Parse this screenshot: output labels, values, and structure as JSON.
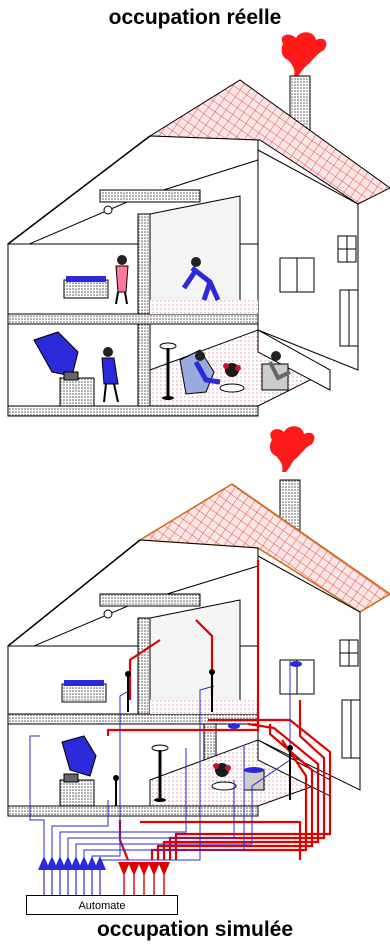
{
  "captions": {
    "top": "occupation réelle",
    "bottom": "occupation simulée"
  },
  "automate_label": "Automate",
  "colors": {
    "smoke": "#ff1a1a",
    "roof_tile": "#e85050",
    "roof_edge": "#cc6a10",
    "wall": "#ffffff",
    "outline": "#000000",
    "floor_dots": "#f0b7c8",
    "chimney": "#b8b8b8",
    "control_red": "#e00000",
    "control_blue": "#2a2ad8",
    "figure_blue": "#2222cc"
  },
  "icons": [
    "smoke-icon",
    "chimney-icon",
    "window-icon",
    "bathtub-icon",
    "person-icon",
    "lamp-icon",
    "plant-icon",
    "armchair-icon",
    "stove-icon",
    "hood-icon",
    "arrow-up-icon",
    "arrow-down-icon"
  ]
}
